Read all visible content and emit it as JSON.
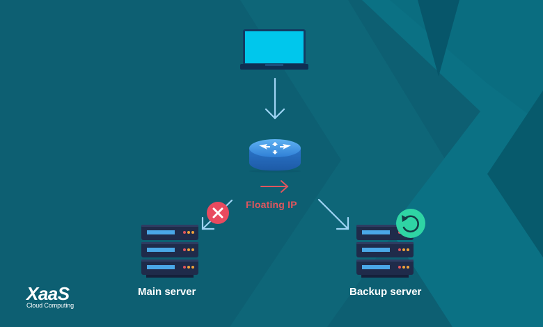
{
  "colors": {
    "background": "#0d5f72",
    "arrow": "#9ed4f4",
    "floating_ip": "#e0565e",
    "error": "#e84a5f",
    "restore": "#2fd4a4",
    "laptop_screen": "#00c7ec",
    "router": "#3b8fe0",
    "server": "#1f2b4a",
    "server_slot": "#4aa8e8"
  },
  "nodes": {
    "client": {
      "icon": "laptop-icon"
    },
    "router": {
      "icon": "router-icon"
    },
    "main_server": {
      "icon": "server-rack-icon",
      "status_icon": "error-x-icon",
      "label": "Main server"
    },
    "backup_server": {
      "icon": "server-rack-icon",
      "status_icon": "restore-icon",
      "label": "Backup server"
    }
  },
  "floating_ip": {
    "label": "Floating IP"
  },
  "brand": {
    "name": "XaaS",
    "tagline": "Cloud Computing"
  }
}
